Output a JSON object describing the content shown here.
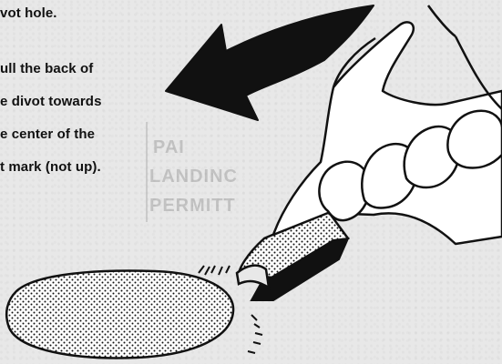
{
  "heading": "vot hole.",
  "instruction_lines": [
    "ull the back of",
    "e divot towards",
    "e center of the",
    "t mark (not up)."
  ],
  "ghost_lines": [
    "PAI",
    "LANDINC",
    "PERMITT"
  ],
  "icons": {
    "arrow": "curved-arrow-icon",
    "hand": "hand-holding-tool-icon",
    "divot": "divot-patch-icon"
  },
  "colors": {
    "ink": "#111111",
    "paper": "#e8e8e8",
    "ghost": "#cfcfcf"
  }
}
